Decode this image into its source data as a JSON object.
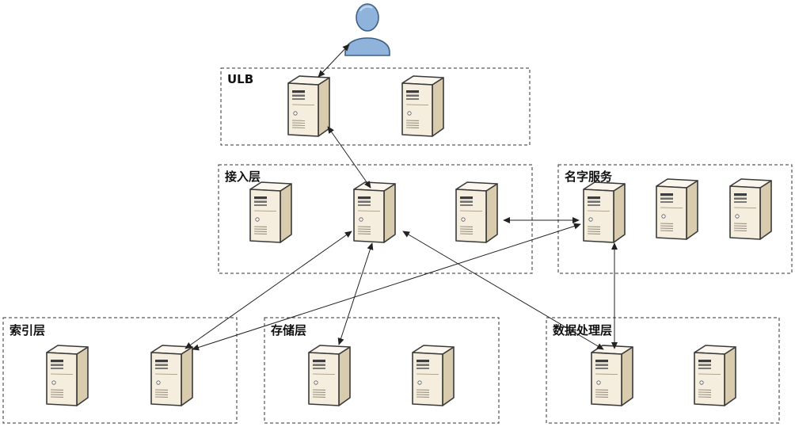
{
  "layers": {
    "ulb": "ULB",
    "access": "接入层",
    "name_service": "名字服务",
    "index": "索引层",
    "storage": "存储层",
    "data_processing": "数据处理层"
  },
  "icons": {
    "user": "user-icon",
    "server": "server-icon"
  },
  "colors": {
    "server_front": "#f5eede",
    "server_side": "#d9ccae",
    "server_top": "#fbf7ee",
    "server_outline": "#3a3a3a",
    "user_fill": "#8fb3da",
    "user_outline": "#3c5f86",
    "dashed_border": "#333333",
    "arrow": "#222222"
  }
}
